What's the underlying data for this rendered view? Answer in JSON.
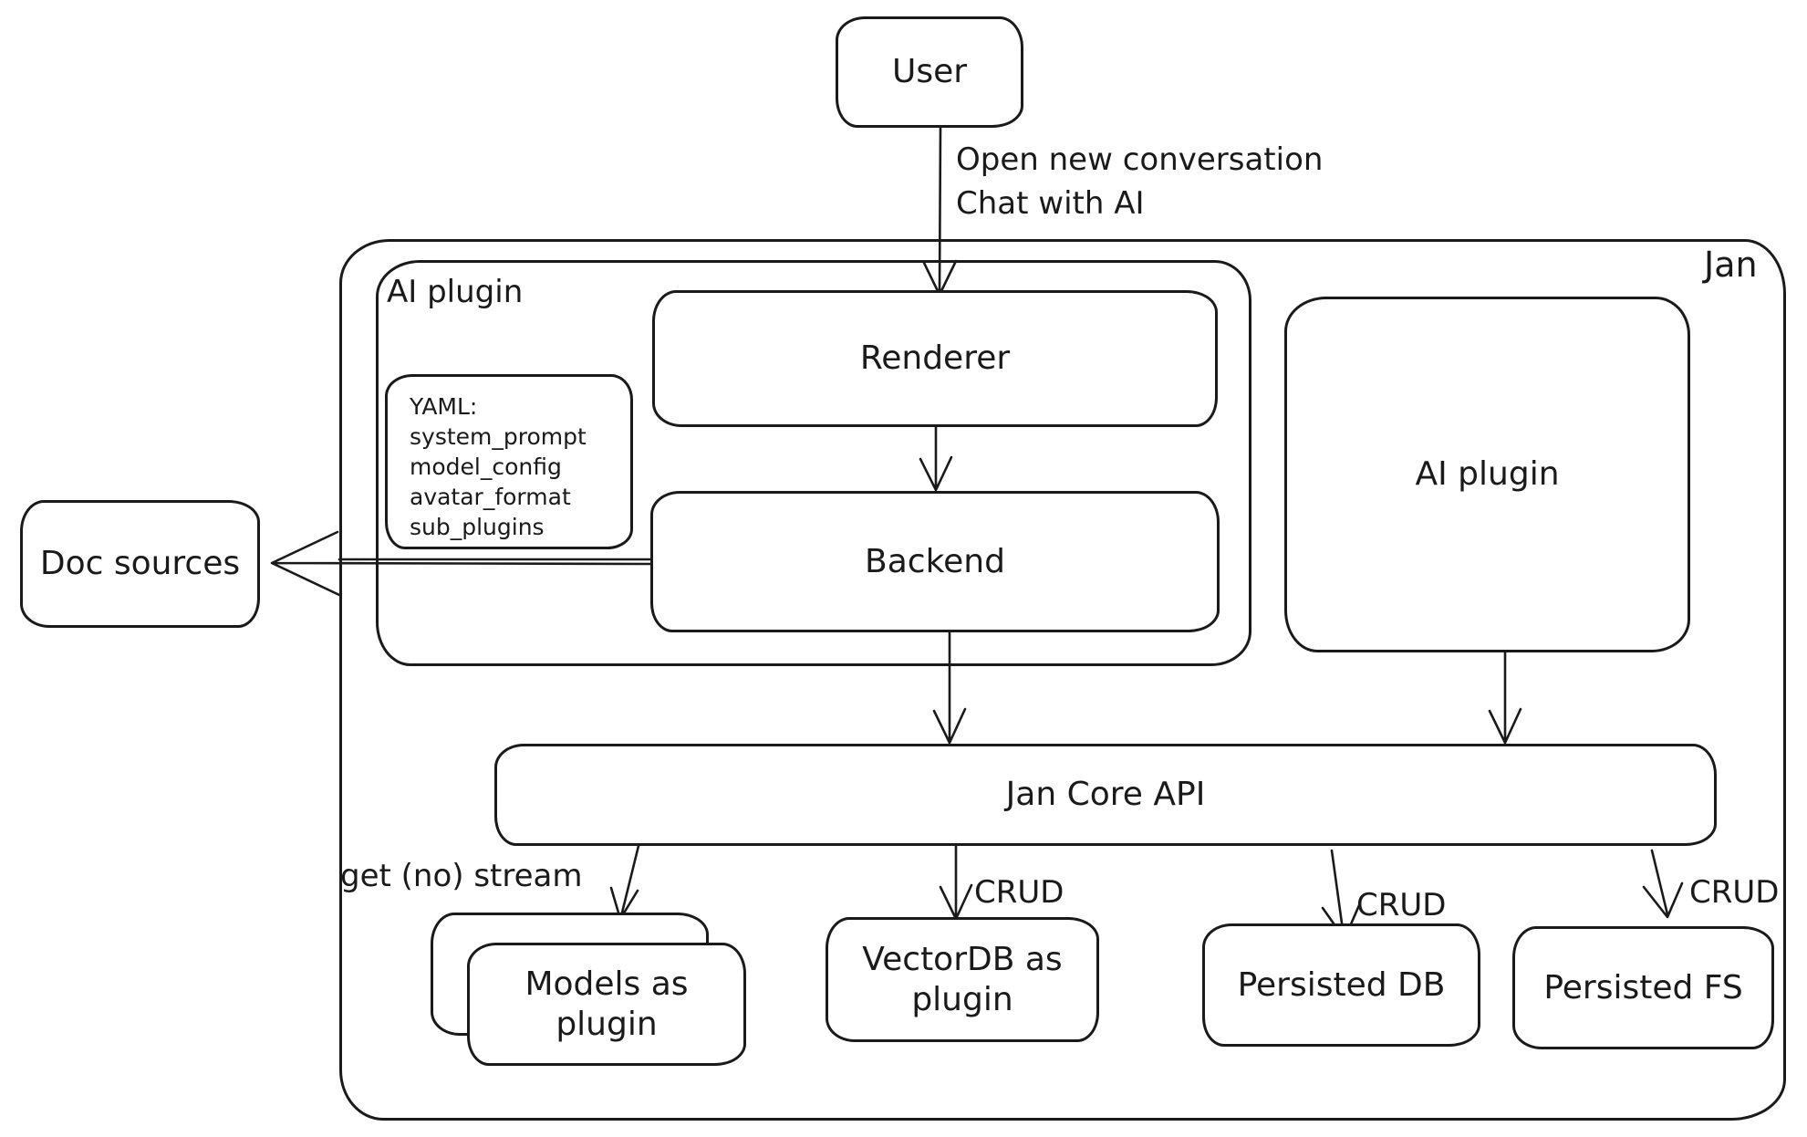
{
  "colors": {
    "stroke": "#1a1a1a",
    "background": "#ffffff"
  },
  "nodes": {
    "user": "User",
    "jan_container": "Jan",
    "ai_plugin_left": "AI plugin",
    "renderer": "Renderer",
    "backend": "Backend",
    "ai_plugin_right": "AI plugin",
    "doc_sources": "Doc sources",
    "core_api": "Jan Core API",
    "models": "Models as plugin",
    "vectordb": "VectorDB as plugin",
    "persisted_db": "Persisted DB",
    "persisted_fs": "Persisted FS",
    "yaml": {
      "lines": [
        "YAML:",
        "system_prompt",
        "model_config",
        "avatar_format",
        "sub_plugins"
      ]
    }
  },
  "edges": {
    "open_conversation": "Open new conversation",
    "chat_with_ai": "Chat with AI",
    "get_stream": "get (no) stream",
    "crud": "CRUD"
  }
}
